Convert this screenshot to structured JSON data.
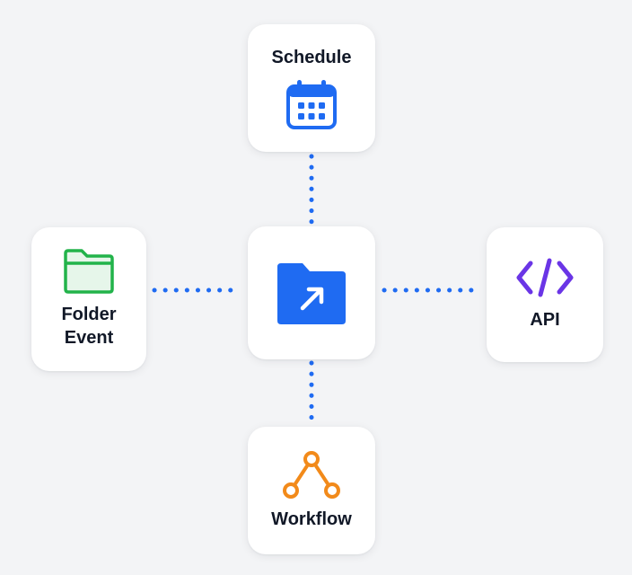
{
  "diagram": {
    "hub": {
      "icon": "folder-arrow-icon",
      "color": "#1f6bf2"
    },
    "nodes": [
      {
        "label": "Schedule",
        "icon": "calendar-icon",
        "color": "#1f6bf2"
      },
      {
        "label": "Folder\nEvent",
        "icon": "folder-icon",
        "color": "#22b34a"
      },
      {
        "label": "API",
        "icon": "code-icon",
        "color": "#6a35e6"
      },
      {
        "label": "Workflow",
        "icon": "workflow-icon",
        "color": "#f28a1a"
      }
    ],
    "connector_color": "#1f6bf2"
  }
}
